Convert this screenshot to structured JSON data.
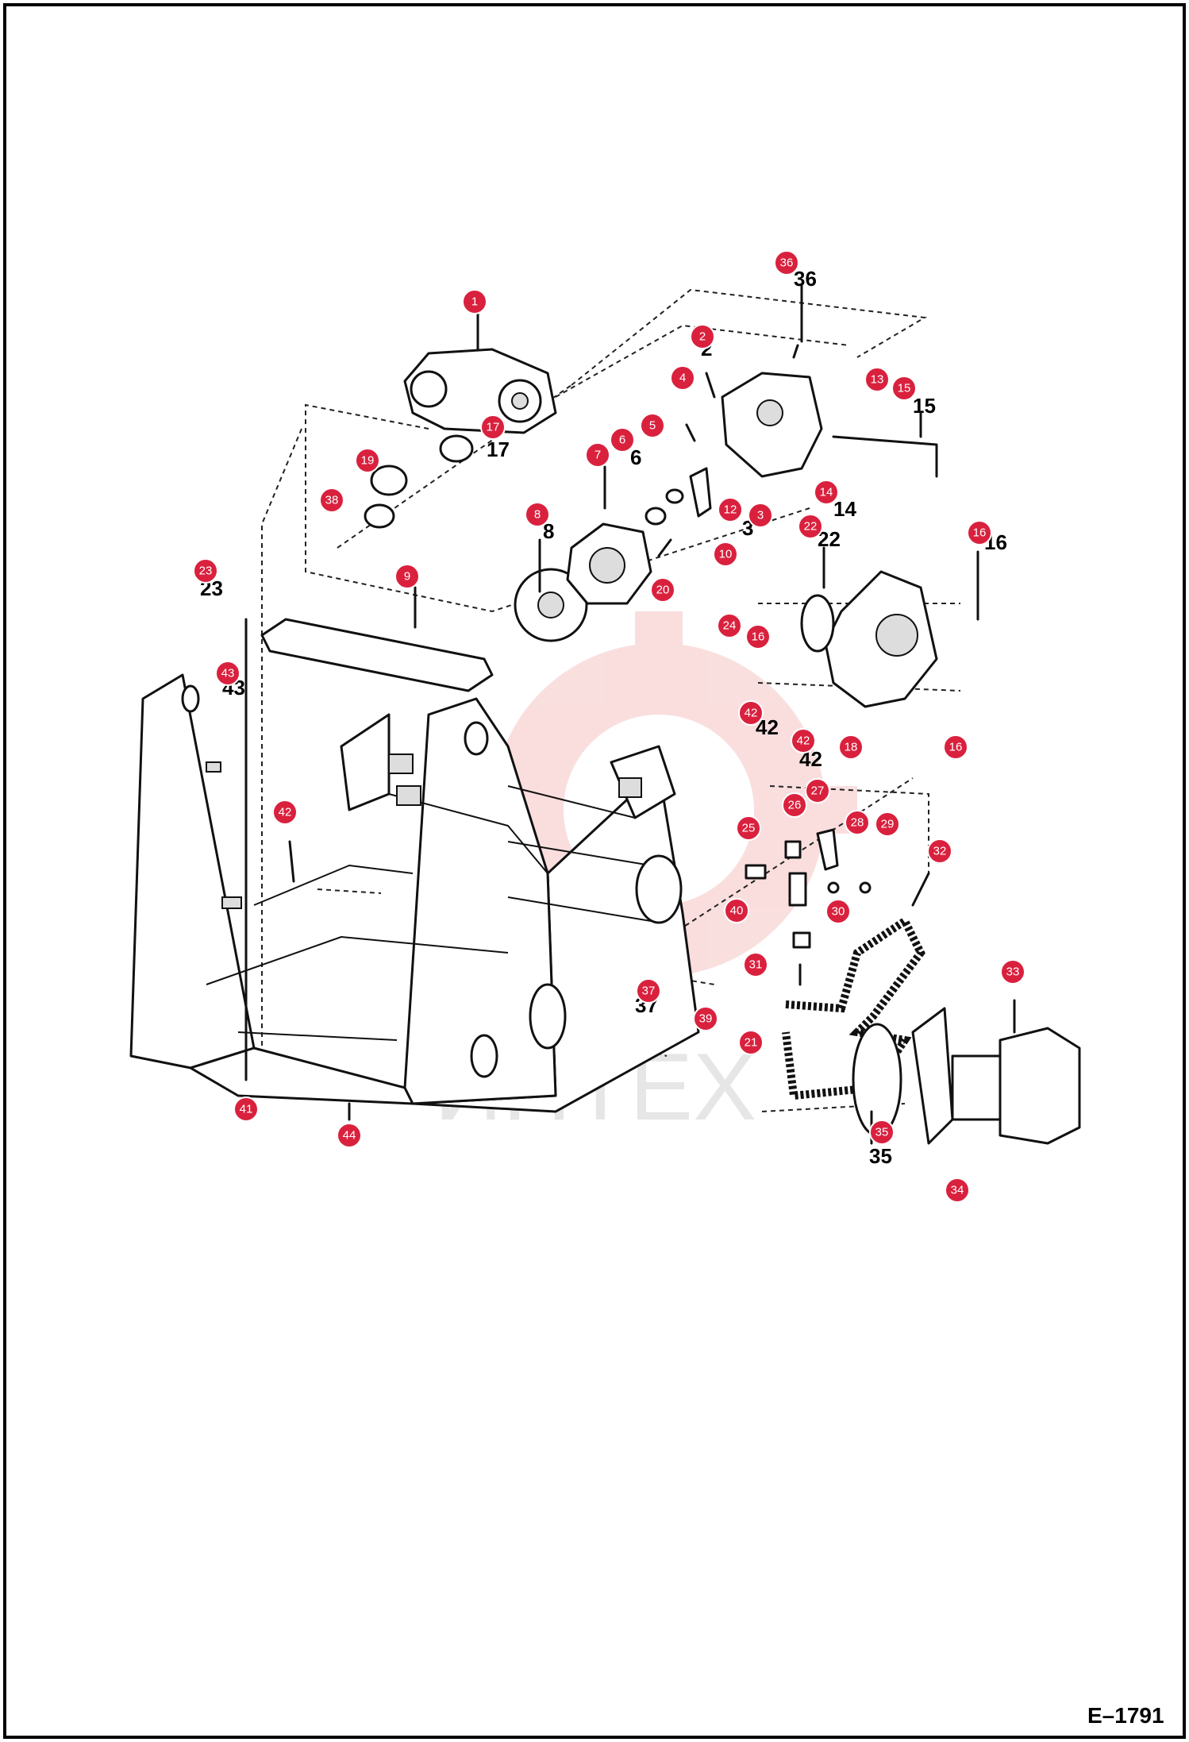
{
  "drawing_id": "E–1791",
  "watermark_text": "ИНТЕХ",
  "colors": {
    "badge": "#d9213e",
    "line": "#111111",
    "frame": "#000000"
  },
  "part_numbers": [
    "1",
    "2",
    "3",
    "4",
    "5",
    "6",
    "7",
    "8",
    "9",
    "10",
    "12",
    "13",
    "14",
    "15",
    "16",
    "17",
    "19",
    "20",
    "21",
    "22",
    "23",
    "24",
    "25",
    "26",
    "27",
    "28",
    "29",
    "30",
    "31",
    "32",
    "33",
    "34",
    "35",
    "36",
    "37",
    "38",
    "39",
    "40",
    "41",
    "42",
    "43",
    "44"
  ]
}
